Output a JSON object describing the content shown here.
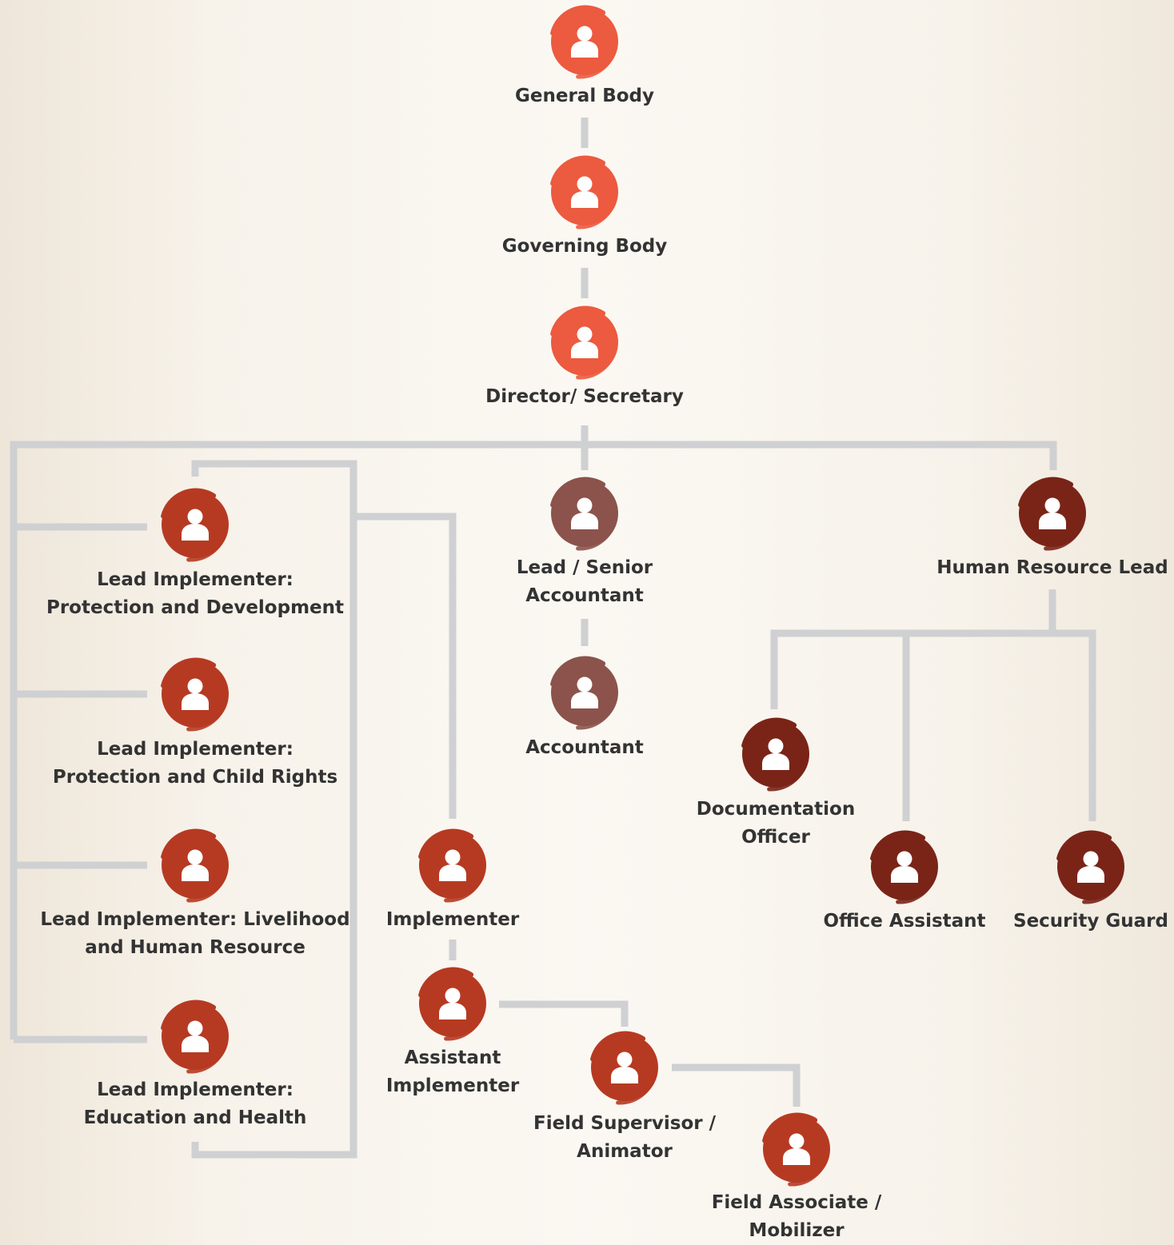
{
  "colors": {
    "orange": "#ec5a3f",
    "rust": "#b63a22",
    "mauve": "#8b534b",
    "maroon": "#7a2418",
    "connector": "#cfd0d2",
    "text": "#333333"
  },
  "nodes": [
    {
      "id": "general-body",
      "color": "orange",
      "label": [
        "General Body"
      ]
    },
    {
      "id": "governing-body",
      "color": "orange",
      "label": [
        "Governing Body"
      ]
    },
    {
      "id": "director-secretary",
      "color": "orange",
      "label": [
        "Director/ Secretary"
      ]
    },
    {
      "id": "lead-protection-development",
      "color": "rust",
      "label": [
        "Lead Implementer:",
        "Protection and Development"
      ]
    },
    {
      "id": "lead-protection-child-rights",
      "color": "rust",
      "label": [
        "Lead Implementer:",
        "Protection and Child Rights"
      ]
    },
    {
      "id": "lead-livelihood-hr",
      "color": "rust",
      "label": [
        "Lead Implementer: Livelihood",
        "and Human Resource"
      ]
    },
    {
      "id": "lead-education-health",
      "color": "rust",
      "label": [
        "Lead Implementer:",
        "Education and Health"
      ]
    },
    {
      "id": "implementer",
      "color": "rust",
      "label": [
        "Implementer"
      ]
    },
    {
      "id": "assistant-implementer",
      "color": "rust",
      "label": [
        "Assistant",
        "Implementer"
      ]
    },
    {
      "id": "field-supervisor",
      "color": "rust",
      "label": [
        "Field Supervisor /",
        "Animator"
      ]
    },
    {
      "id": "field-associate",
      "color": "rust",
      "label": [
        "Field Associate /",
        "Mobilizer"
      ]
    },
    {
      "id": "lead-senior-accountant",
      "color": "mauve",
      "label": [
        "Lead / Senior",
        "Accountant"
      ]
    },
    {
      "id": "accountant",
      "color": "mauve",
      "label": [
        "Accountant"
      ]
    },
    {
      "id": "human-resource-lead",
      "color": "maroon",
      "label": [
        "Human Resource Lead"
      ]
    },
    {
      "id": "documentation-officer",
      "color": "maroon",
      "label": [
        "Documentation",
        "Officer"
      ]
    },
    {
      "id": "office-assistant",
      "color": "maroon",
      "label": [
        "Office Assistant"
      ]
    },
    {
      "id": "security-guard",
      "color": "maroon",
      "label": [
        "Security Guard"
      ]
    }
  ]
}
